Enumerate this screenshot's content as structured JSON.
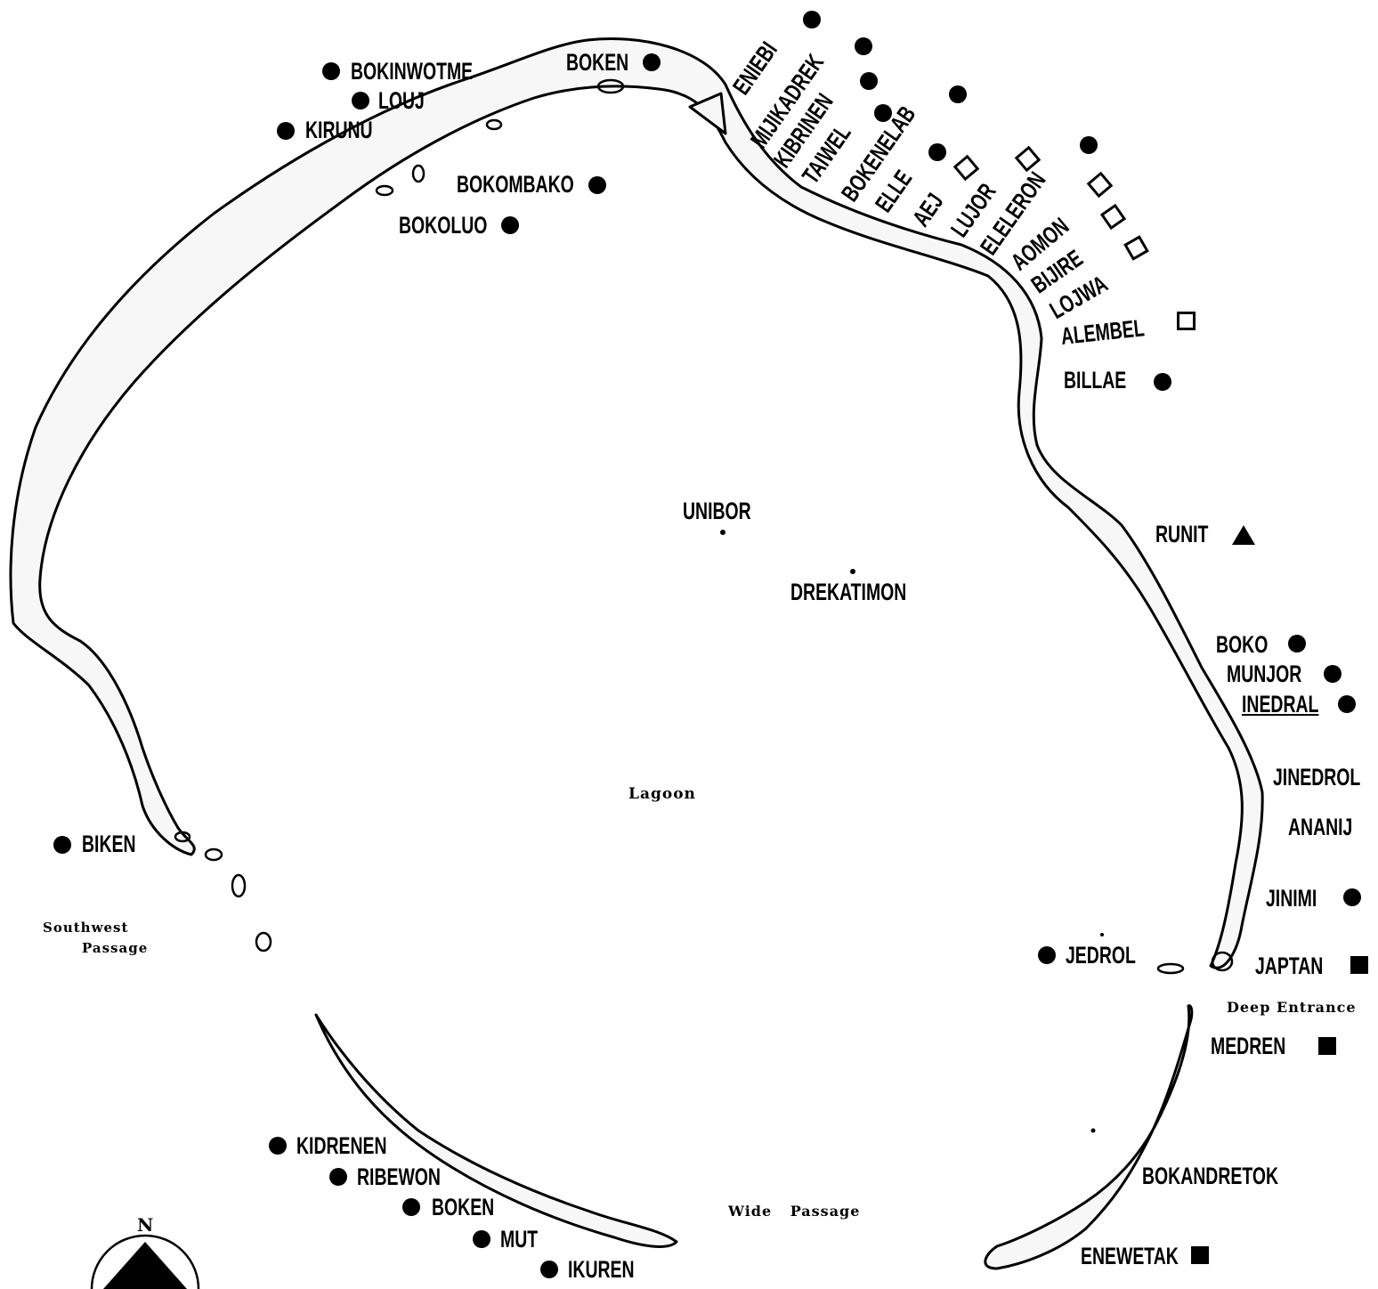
{
  "places": {
    "north": [
      "BOKINWOTME",
      "LOUJ",
      "KIRUNU",
      "BOKEN",
      "BOKOMBAKO",
      "BOKOLUO"
    ],
    "northeast": [
      "ENIEBI",
      "MIJIKADREK",
      "KIBRINEN",
      "TAIWEL",
      "BOKENELAB",
      "ELLE",
      "AEJ",
      "LUJOR",
      "ELELERON",
      "AOMON",
      "BIJIRE",
      "LOJWA"
    ],
    "east": [
      "ALEMBEL",
      "BILLAE",
      "RUNIT",
      "BOKO",
      "MUNJOR",
      "INEDRAL",
      "JINEDROL",
      "ANANIJ",
      "JINIMI",
      "JAPTAN",
      "JEDROL"
    ],
    "south": [
      "MEDREN",
      "BOKANDRETOK",
      "ENEWETAK"
    ],
    "southwest": [
      "BIKEN",
      "KIDRENEN",
      "RIBEWON",
      "BOKEN",
      "MUT",
      "IKUREN"
    ],
    "lagoon_islets": [
      "UNIBOR",
      "DREKATIMON"
    ]
  },
  "features": {
    "lagoon": "Lagoon",
    "southwest_passage_line1": "Southwest",
    "southwest_passage_line2": "Passage",
    "deep_entrance": "Deep Entrance",
    "wide_passage": "Wide Passage"
  },
  "compass": {
    "north": "N"
  }
}
